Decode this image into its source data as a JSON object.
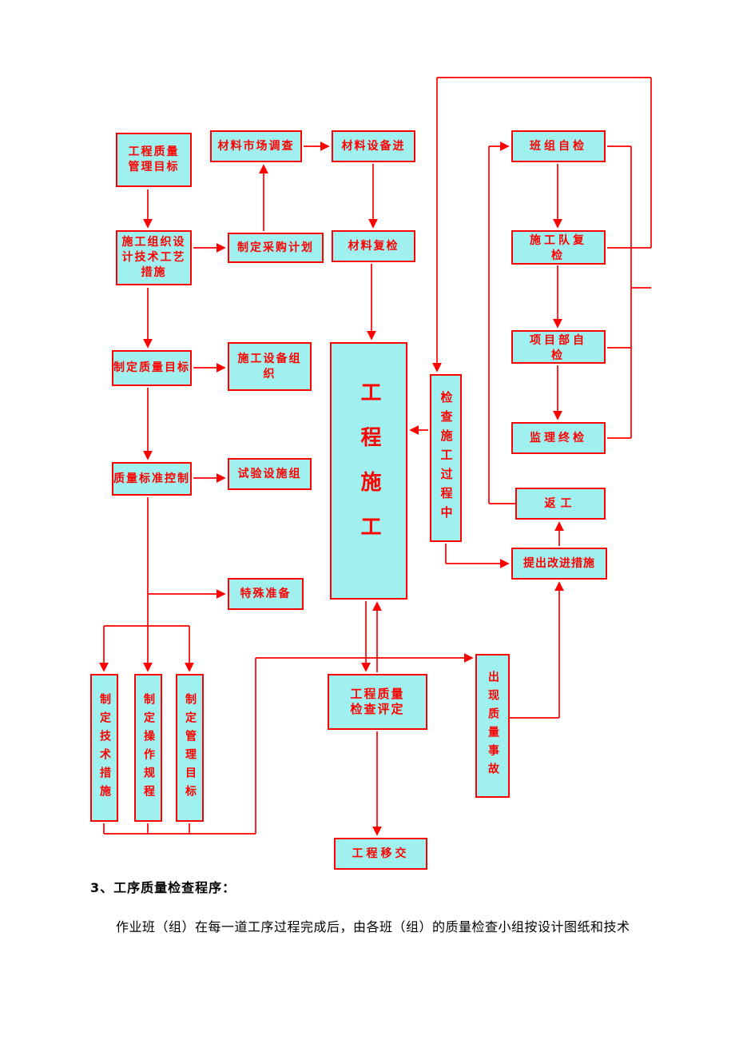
{
  "title": "工序质量检查程序流程图",
  "colors": {
    "box_fill": "#9FF0EE",
    "box_border": "#FF0000",
    "box_text": "#FF0000",
    "connector": "#FF0000",
    "body_text": "#000000",
    "background": "#FFFFFF"
  },
  "nodes": {
    "quality_goal": {
      "label": "工程质量\n管理目标"
    },
    "market_survey": {
      "label": "材料市场调查"
    },
    "material_entry": {
      "label": "材料设备进"
    },
    "org_design": {
      "label": "施工组织设\n计技术工艺\n措施"
    },
    "procurement_plan": {
      "label": "制定采购计划"
    },
    "material_recheck": {
      "label": "材料复检"
    },
    "quality_target": {
      "label": "制定质量目标"
    },
    "equipment_org": {
      "label": "施工设备组\n织"
    },
    "construction": {
      "label": "工程施工"
    },
    "inspect_process": {
      "label": "检查施工过程中"
    },
    "team_self_check": {
      "label": "班组自检"
    },
    "crew_recheck": {
      "label": "施工队复\n检"
    },
    "project_dept_check": {
      "label": "项目部自\n检"
    },
    "supervisor_final": {
      "label": "监理终检"
    },
    "standard_control": {
      "label": "质量标准控制"
    },
    "test_facility": {
      "label": "试验设施组"
    },
    "rework": {
      "label": "返工"
    },
    "special_prep": {
      "label": "特殊准备"
    },
    "improvement": {
      "label": "提出改进措施"
    },
    "tech_measures": {
      "label": "制定技术措施"
    },
    "op_rules": {
      "label": "制定操作规程"
    },
    "mgmt_goals": {
      "label": "制定管理目标"
    },
    "quality_assess": {
      "label": "工程质量\n检查评定"
    },
    "quality_accident": {
      "label": "出现质量事故"
    },
    "handover": {
      "label": "工程移交"
    }
  },
  "footer": {
    "heading": "3、工序质量检查程序：",
    "paragraph": "作业班（组）在每一道工序过程完成后，由各班（组）的质量检查小组按设计图纸和技术"
  }
}
